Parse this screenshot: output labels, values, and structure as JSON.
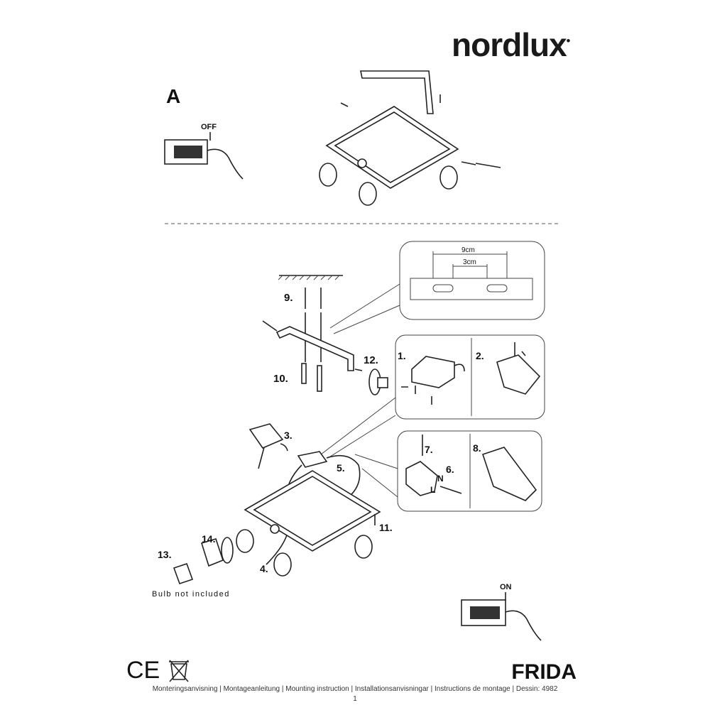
{
  "brand": {
    "logo_text": "nordlux"
  },
  "product_name": "FRIDA",
  "section_a": {
    "label": "A",
    "off_label": "OFF"
  },
  "detail_bracket": {
    "outer_distance": "9cm",
    "inner_distance": "3cm"
  },
  "steps": {
    "s1": "1.",
    "s2": "2.",
    "s3": "3.",
    "s4": "4.",
    "s5": "5.",
    "s6": "6.",
    "s7": "7.",
    "s8": "8.",
    "s9": "9.",
    "s10": "10.",
    "s11": "11.",
    "s12": "12.",
    "s13": "13.",
    "s14": "14."
  },
  "wire_labels": {
    "neutral": "N",
    "live": "L"
  },
  "bulb_note": "Bulb not included",
  "on_label": "ON",
  "certifications": {
    "ce": "CE"
  },
  "footer": {
    "text": "Monteringsanvisning | Montageanleitung | Mounting instruction | Installationsanvisningar | Instructions de montage | Dessin: 4982",
    "page": "1"
  }
}
